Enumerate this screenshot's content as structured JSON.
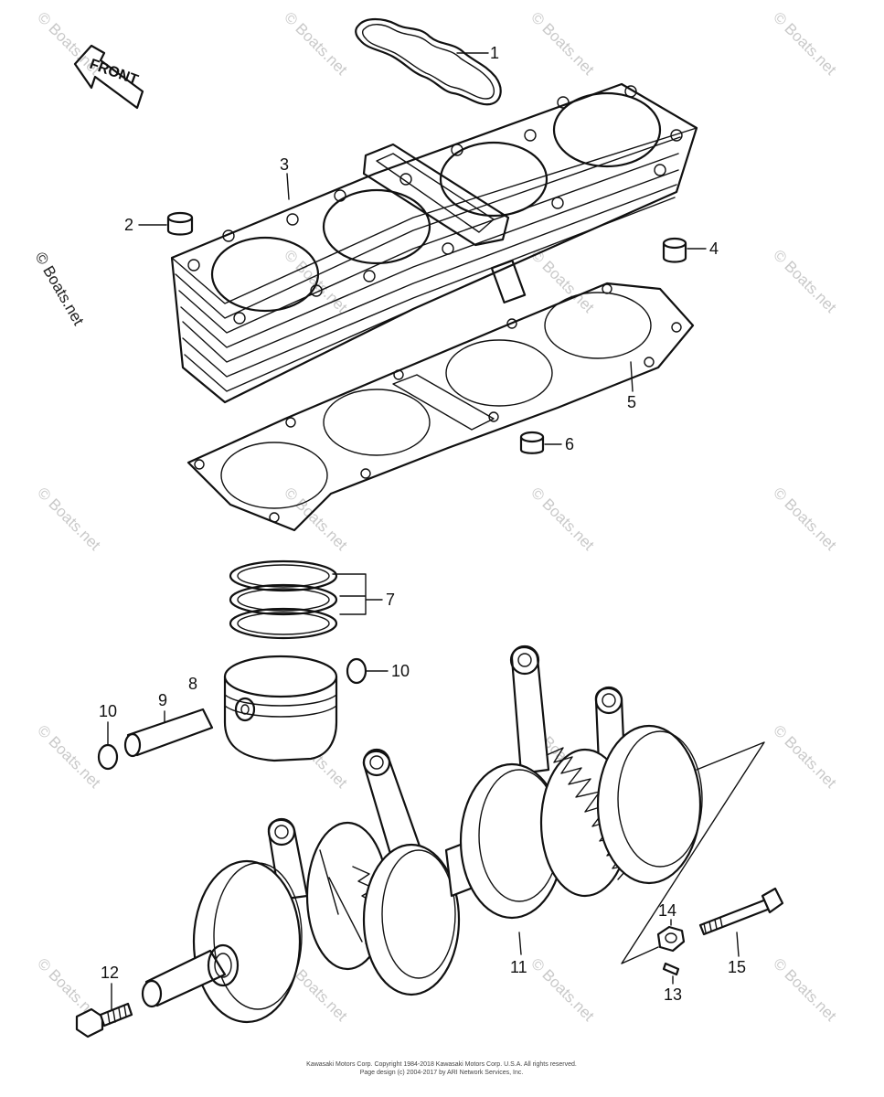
{
  "diagram": {
    "front_label": "FRONT",
    "watermark": "© Boats.net",
    "footer_line1": "Kawasaki Motors Corp. Copyright 1984-2018 Kawasaki Motors Corp. U.S.A. All rights reserved.",
    "footer_line2": "Page design (c) 2004-2017 by ARI Network Services, Inc.",
    "callouts": [
      {
        "id": "c1",
        "text": "1"
      },
      {
        "id": "c2",
        "text": "2"
      },
      {
        "id": "c3",
        "text": "3"
      },
      {
        "id": "c4",
        "text": "4"
      },
      {
        "id": "c5",
        "text": "5"
      },
      {
        "id": "c6",
        "text": "6"
      },
      {
        "id": "c7",
        "text": "7"
      },
      {
        "id": "c8",
        "text": "8"
      },
      {
        "id": "c9",
        "text": "9"
      },
      {
        "id": "c10a",
        "text": "10"
      },
      {
        "id": "c10b",
        "text": "10"
      },
      {
        "id": "c11",
        "text": "11"
      },
      {
        "id": "c12",
        "text": "12"
      },
      {
        "id": "c13",
        "text": "13"
      },
      {
        "id": "c14",
        "text": "14"
      },
      {
        "id": "c15",
        "text": "15"
      }
    ]
  }
}
